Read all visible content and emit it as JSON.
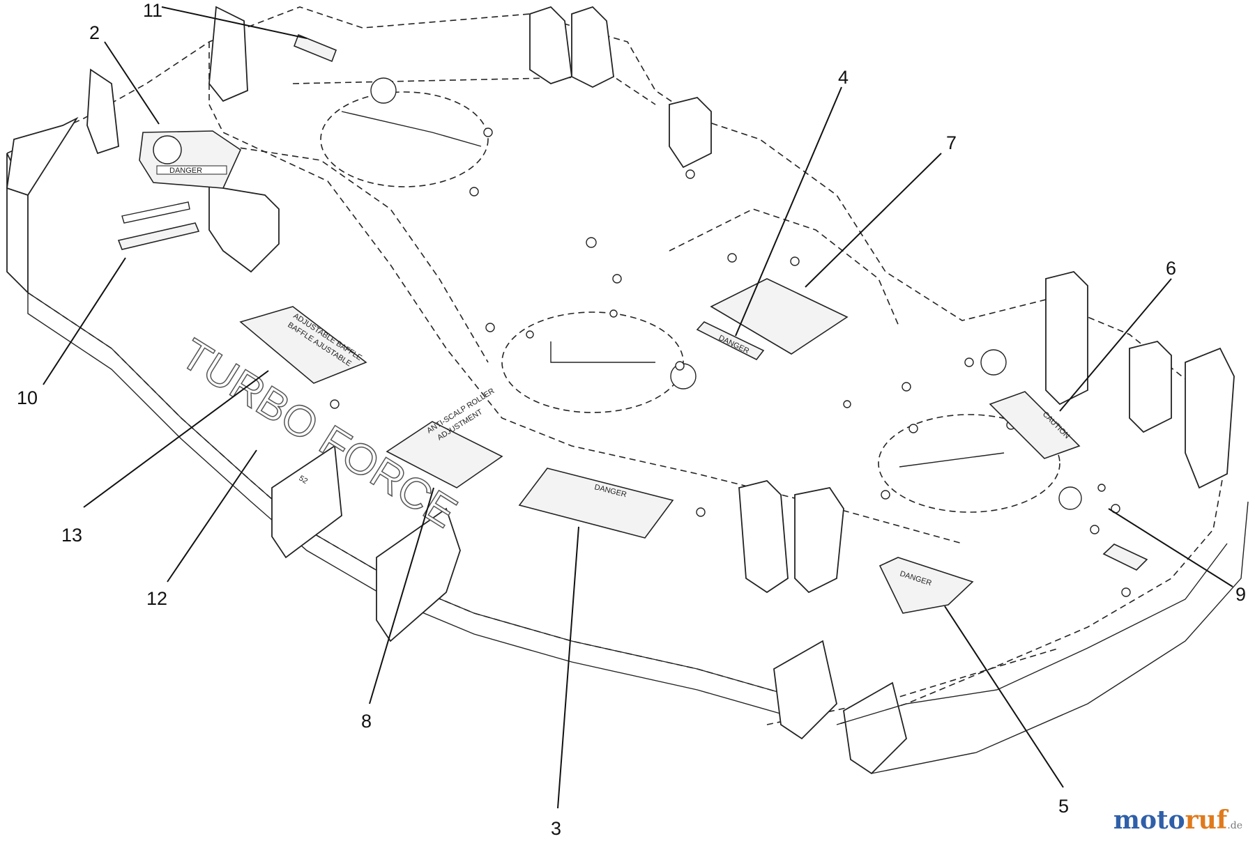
{
  "callouts": [
    "11",
    "2",
    "4",
    "7",
    "6",
    "10",
    "13",
    "12",
    "8",
    "3",
    "5",
    "9"
  ],
  "decals": {
    "danger_4": "DANGER",
    "danger_3": "DANGER",
    "danger_5": "DANGER",
    "caution_6": "CAUTION",
    "anti_scalp_line1": "ANTI-SCALP ROLLER",
    "anti_scalp_line2": "ADJUSTMENT",
    "label_13_line1": "ADJUSTABLE BAFFLE",
    "label_13_line2": "BAFFLE AJUSTABLE",
    "danger_2": "DANGER"
  },
  "brand": {
    "name": "TURBO FORCE",
    "size": "52"
  },
  "watermark": {
    "part1": "moto",
    "part2": "ruf",
    "suffix": ".de"
  }
}
